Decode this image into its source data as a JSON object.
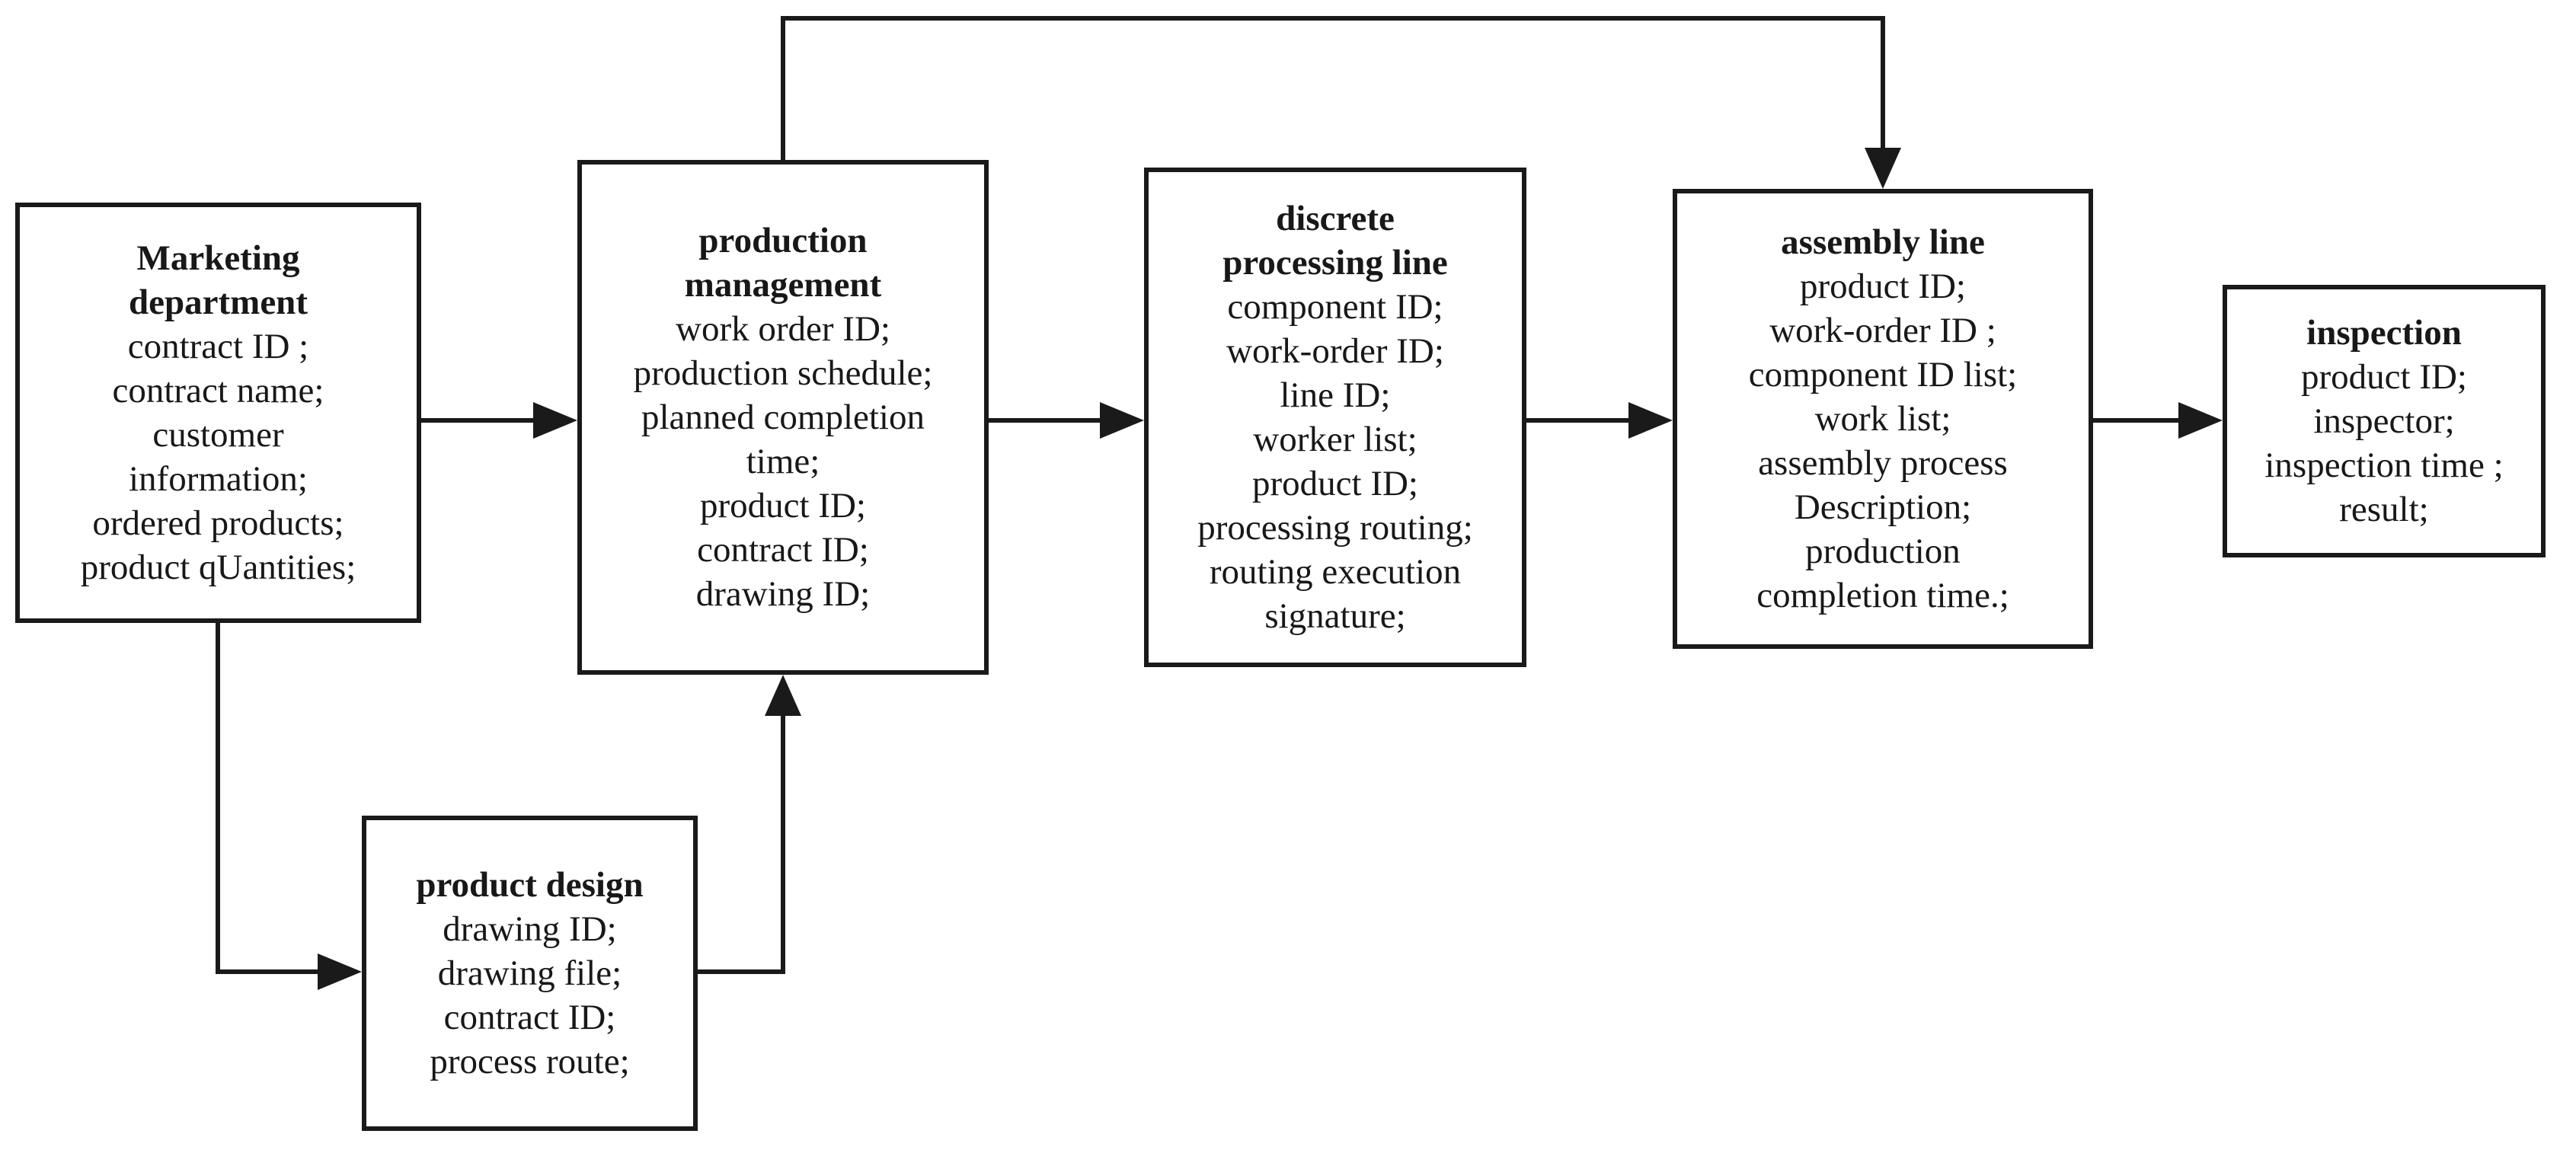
{
  "figure": {
    "type": "flowchart",
    "background_color": "#ffffff",
    "line_color": "#1a1a1a",
    "text_color": "#181818"
  },
  "boxes": {
    "marketing": {
      "title_lines": [
        "Marketing",
        "department"
      ],
      "body_lines": [
        "contract ID ;",
        "contract name;",
        "customer",
        "information;",
        "ordered products;",
        "product qUantities;"
      ]
    },
    "production_management": {
      "title_lines": [
        "production",
        "management"
      ],
      "body_lines": [
        "work order ID;",
        "production schedule;",
        "planned completion",
        "time;",
        "product ID;",
        "contract ID;",
        "drawing ID;"
      ]
    },
    "discrete_processing_line": {
      "title_lines": [
        "discrete",
        "processing line"
      ],
      "body_lines": [
        "component ID;",
        "work-order ID;",
        "line ID;",
        "worker list;",
        "product ID;",
        "processing routing;",
        "routing execution",
        "signature;"
      ]
    },
    "assembly_line": {
      "title_lines": [
        "assembly line"
      ],
      "body_lines": [
        "product ID;",
        "work-order ID ;",
        "component ID list;",
        "work list;",
        "assembly process",
        "Description;",
        "production",
        "completion time.;"
      ]
    },
    "inspection": {
      "title_lines": [
        "inspection"
      ],
      "body_lines": [
        "product ID;",
        "inspector;",
        "inspection time ;",
        "result;"
      ]
    },
    "product_design": {
      "title_lines": [
        "product design"
      ],
      "body_lines": [
        "drawing ID;",
        "drawing file;",
        "contract ID;",
        "process route;"
      ]
    }
  },
  "edges": [
    {
      "from": "marketing",
      "to": "production_management"
    },
    {
      "from": "production_management",
      "to": "discrete_processing_line"
    },
    {
      "from": "discrete_processing_line",
      "to": "assembly_line"
    },
    {
      "from": "assembly_line",
      "to": "inspection"
    },
    {
      "from": "marketing",
      "to": "product_design"
    },
    {
      "from": "product_design",
      "to": "production_management"
    },
    {
      "from": "production_management",
      "to": "assembly_line"
    }
  ]
}
